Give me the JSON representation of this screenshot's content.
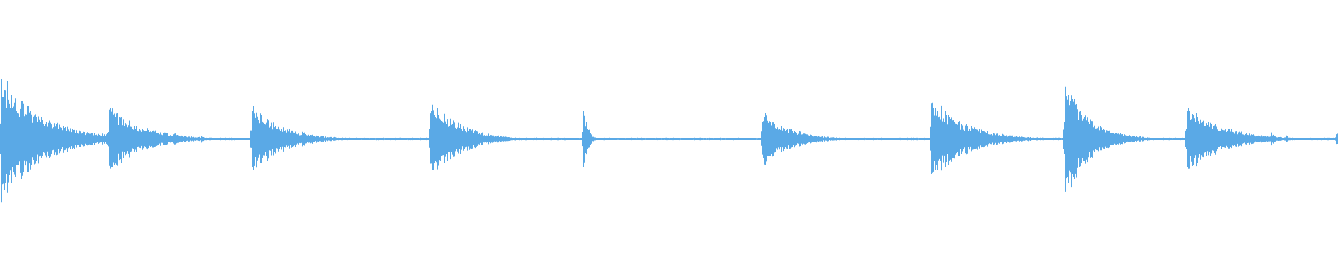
{
  "waveform": {
    "color": "#5aa9e6",
    "baseline_amplitude": 0.012,
    "transients": [
      {
        "position": 0.0005,
        "peak": 0.5,
        "decay": 0.03
      },
      {
        "position": 0.0335,
        "peak": 0.08,
        "decay": 0.004
      },
      {
        "position": 0.0815,
        "peak": 0.26,
        "decay": 0.025
      },
      {
        "position": 0.1225,
        "peak": 0.07,
        "decay": 0.003
      },
      {
        "position": 0.1295,
        "peak": 0.08,
        "decay": 0.003
      },
      {
        "position": 0.15,
        "peak": 0.04,
        "decay": 0.003
      },
      {
        "position": 0.188,
        "peak": 0.28,
        "decay": 0.022
      },
      {
        "position": 0.2255,
        "peak": 0.07,
        "decay": 0.005
      },
      {
        "position": 0.3215,
        "peak": 0.36,
        "decay": 0.02
      },
      {
        "position": 0.3475,
        "peak": 0.03,
        "decay": 0.002
      },
      {
        "position": 0.354,
        "peak": 0.08,
        "decay": 0.004
      },
      {
        "position": 0.436,
        "peak": 0.28,
        "decay": 0.003
      },
      {
        "position": 0.57,
        "peak": 0.22,
        "decay": 0.02
      },
      {
        "position": 0.5975,
        "peak": 0.08,
        "decay": 0.004
      },
      {
        "position": 0.696,
        "peak": 0.33,
        "decay": 0.025
      },
      {
        "position": 0.7265,
        "peak": 0.09,
        "decay": 0.006
      },
      {
        "position": 0.796,
        "peak": 0.46,
        "decay": 0.018
      },
      {
        "position": 0.826,
        "peak": 0.06,
        "decay": 0.004
      },
      {
        "position": 0.887,
        "peak": 0.28,
        "decay": 0.025
      },
      {
        "position": 0.9205,
        "peak": 0.07,
        "decay": 0.004
      },
      {
        "position": 0.95,
        "peak": 0.07,
        "decay": 0.003
      },
      {
        "position": 0.9615,
        "peak": 0.03,
        "decay": 0.002
      },
      {
        "position": 0.9985,
        "peak": 0.06,
        "decay": 0.003
      }
    ]
  }
}
